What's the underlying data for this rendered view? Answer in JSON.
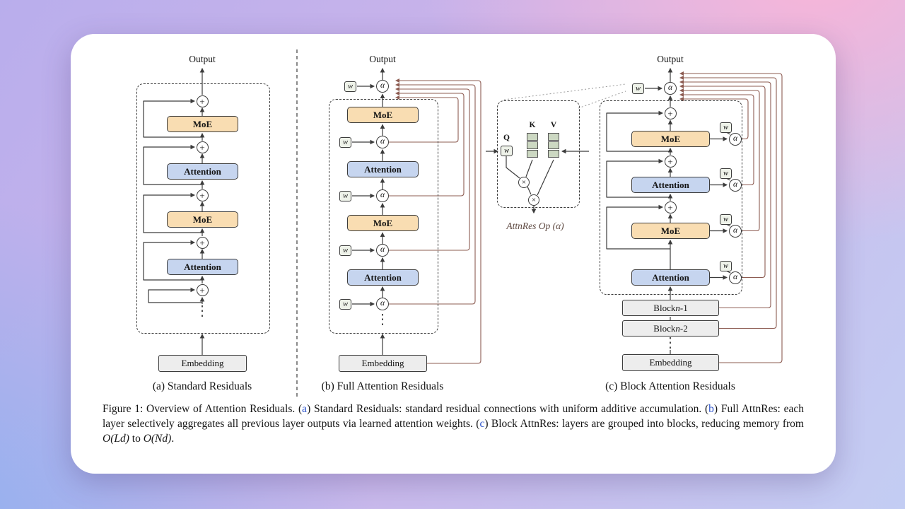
{
  "symbols": {
    "sum": "+",
    "alpha": "α",
    "weight": "w",
    "mult": "×",
    "dots": "⋮"
  },
  "panel_a": {
    "output": "Output",
    "layers": [
      "MoE",
      "Attention",
      "MoE",
      "Attention"
    ],
    "embedding": "Embedding",
    "caption": "(a) Standard Residuals"
  },
  "panel_b": {
    "output": "Output",
    "layers": [
      "MoE",
      "Attention",
      "MoE",
      "Attention"
    ],
    "embedding": "Embedding",
    "caption": "(b) Full Attention Residuals"
  },
  "inset": {
    "q": "Q",
    "k": "K",
    "v": "V",
    "caption": "AttnRes Op (α)"
  },
  "panel_c": {
    "output": "Output",
    "layers": [
      "MoE",
      "Attention",
      "MoE",
      "Attention"
    ],
    "blocks": [
      {
        "pre": "Block ",
        "var": "n",
        "suf": "-1"
      },
      {
        "pre": "Block ",
        "var": "n",
        "suf": "-2"
      }
    ],
    "embedding": "Embedding",
    "caption": "(c) Block Attention Residuals"
  },
  "figure_caption": {
    "lead": "Figure 1: Overview of Attention Residuals. (",
    "a": "a",
    "seg_a": ") Standard Residuals: standard residual connections with uniform additive accumulation. (",
    "b": "b",
    "seg_b": ") Full AttnRes: each layer selectively aggregates all previous layer outputs via learned attention weights. (",
    "c": "c",
    "seg_c": ") Block AttnRes: layers are grouped into blocks, reducing memory from ",
    "math_1": "O(Ld)",
    "mid": " to ",
    "math_2": "O(Nd)",
    "end": "."
  }
}
